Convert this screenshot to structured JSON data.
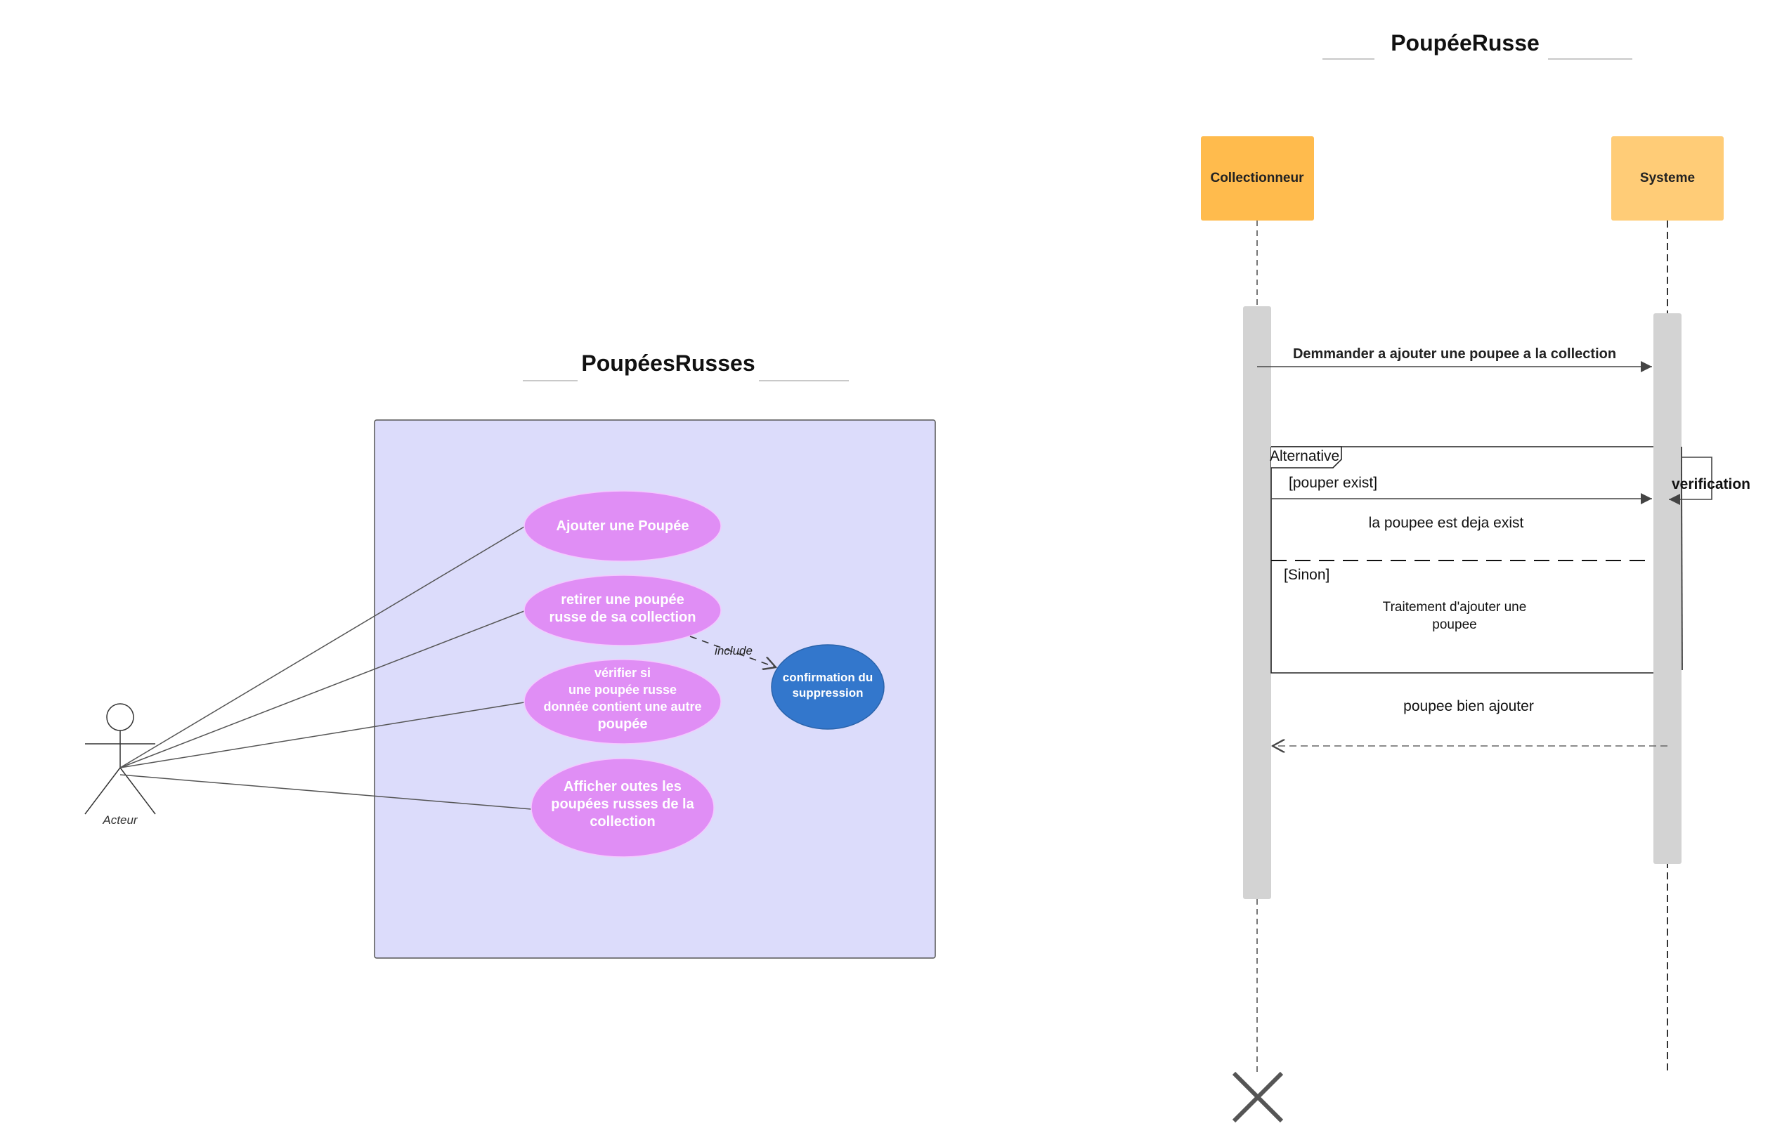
{
  "use_case_diagram": {
    "title": "PoupéesRusses",
    "actor_label": "Acteur",
    "use_cases": [
      {
        "lines": [
          "Ajouter une Poupée"
        ]
      },
      {
        "lines": [
          "retirer une poupée",
          "russe de sa collection"
        ]
      },
      {
        "lines": [
          "vérifier si",
          "une poupée russe",
          "donnée contient une autre",
          "poupée"
        ]
      },
      {
        "lines": [
          "Afficher  outes les",
          "poupées russes de la",
          "collection"
        ]
      }
    ],
    "included_use_case": {
      "lines": [
        "confirmation du",
        "suppression"
      ]
    },
    "include_label": "include",
    "colors": {
      "system_fill": "#dcdcfb",
      "use_case_fill": "#e08ef5",
      "included_fill": "#3377cc"
    }
  },
  "sequence_diagram": {
    "title": "PoupéeRusse",
    "lifelines": [
      {
        "label": "Collectionneur",
        "color": "#ffbb4d"
      },
      {
        "label": "Systeme",
        "color": "#ffcc77"
      }
    ],
    "messages": {
      "request": "Demmander a ajouter une poupee a la collection",
      "fragment_label": "Alternative",
      "guard_1": "[pouper exist]",
      "response_1": "la poupee est deja exist",
      "self_call": "verification",
      "guard_2": "[Sinon]",
      "processing_line_1": "Traitement d'ajouter une",
      "processing_line_2": "poupee",
      "return": "poupee bien ajouter"
    }
  }
}
